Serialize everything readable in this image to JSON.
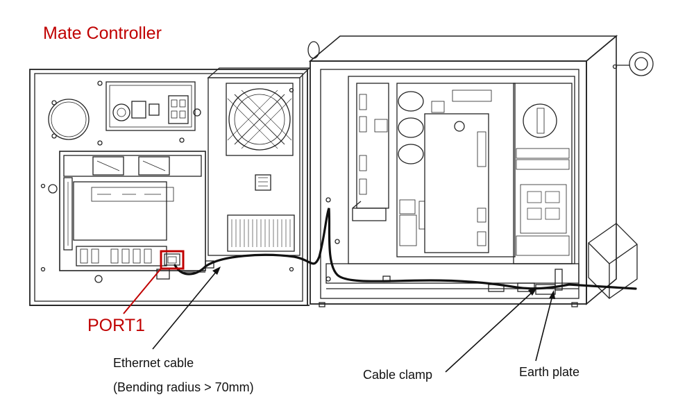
{
  "title": "Mate Controller",
  "labels": {
    "port1": "PORT1",
    "ethernet_cable": "Ethernet cable",
    "bending_radius": "(Bending radius > 70mm)",
    "cable_clamp": "Cable clamp",
    "earth_plate": "Earth plate"
  },
  "colors": {
    "accent_red": "#c00000",
    "line": "#111111"
  }
}
